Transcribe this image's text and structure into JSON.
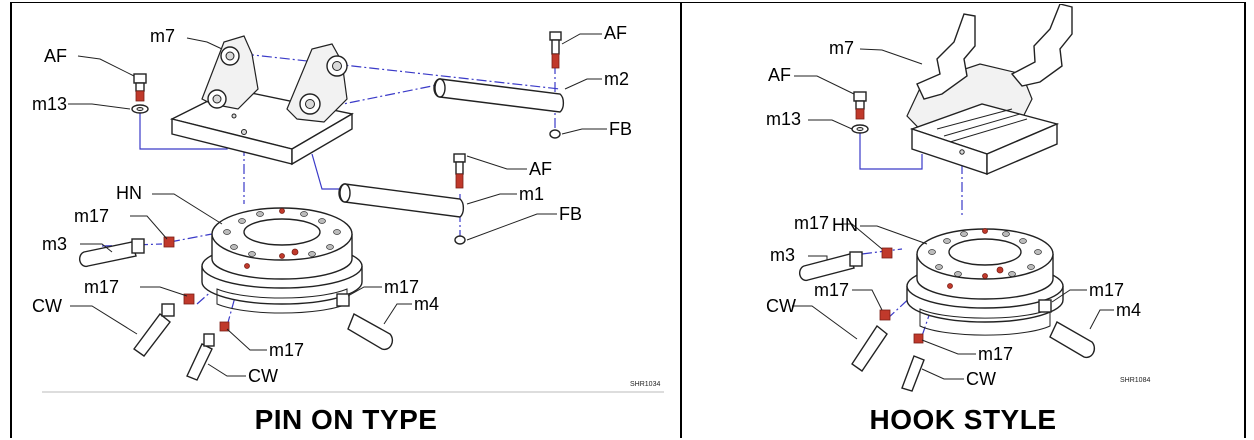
{
  "panels": [
    {
      "caption": "PIN ON TYPE",
      "drawing_code": "SHR1034",
      "callouts": {
        "m7": "m7",
        "af_top": "AF",
        "af_left": "AF",
        "m2": "m2",
        "m13": "m13",
        "fb_top": "FB",
        "af_mid": "AF",
        "m1": "m1",
        "hn": "HN",
        "fb_mid": "FB",
        "m17_a": "m17",
        "m3": "m3",
        "m17_b": "m17",
        "m17_c": "m17",
        "cw_left": "CW",
        "m4": "m4",
        "m17_d": "m17",
        "cw_bottom": "CW"
      }
    },
    {
      "caption": "HOOK STYLE",
      "drawing_code": "SHR1084",
      "callouts": {
        "m7": "m7",
        "af": "AF",
        "m13": "m13",
        "hn": "HN",
        "m17_a": "m17",
        "m3": "m3",
        "m17_b": "m17",
        "m17_c": "m17",
        "cw_left": "CW",
        "m4": "m4",
        "m17_d": "m17",
        "cw_bottom": "CW"
      }
    }
  ]
}
